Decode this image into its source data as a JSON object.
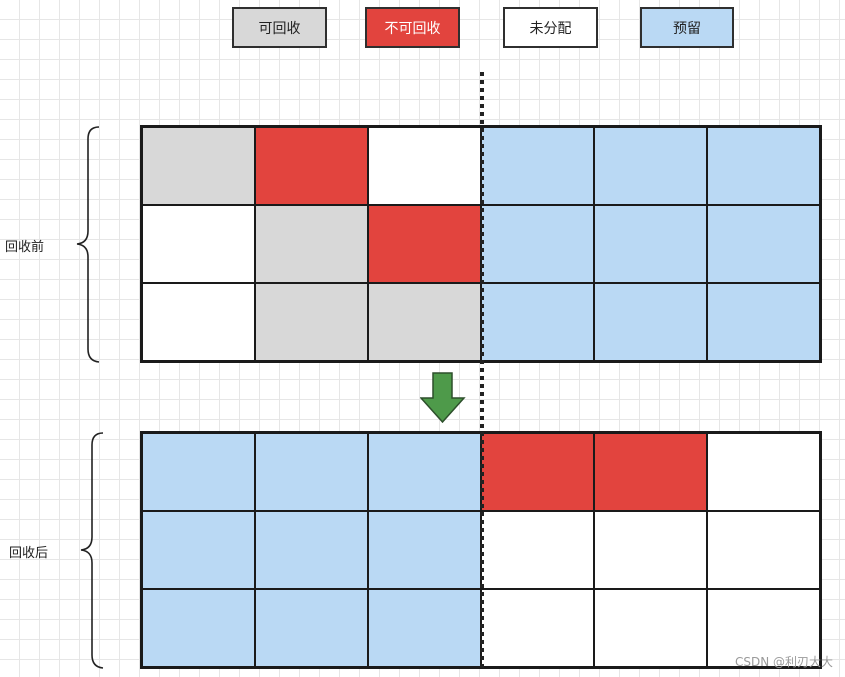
{
  "legend": [
    {
      "label": "可回收",
      "color": "#d8d8d8",
      "key": "reclaimable"
    },
    {
      "label": "不可回收",
      "color": "#e2443e",
      "key": "non-reclaimable"
    },
    {
      "label": "未分配",
      "color": "#ffffff",
      "key": "unallocated"
    },
    {
      "label": "预留",
      "color": "#bad9f4",
      "key": "reserved"
    }
  ],
  "before": {
    "label": "回收前",
    "cells": [
      [
        "reclaimable",
        "non-reclaimable",
        "unallocated",
        "reserved",
        "reserved",
        "reserved"
      ],
      [
        "unallocated",
        "reclaimable",
        "non-reclaimable",
        "reserved",
        "reserved",
        "reserved"
      ],
      [
        "unallocated",
        "reclaimable",
        "reclaimable",
        "reserved",
        "reserved",
        "reserved"
      ]
    ]
  },
  "after": {
    "label": "回收后",
    "cells": [
      [
        "reserved",
        "reserved",
        "reserved",
        "non-reclaimable",
        "non-reclaimable",
        "unallocated"
      ],
      [
        "reserved",
        "reserved",
        "reserved",
        "unallocated",
        "unallocated",
        "unallocated"
      ],
      [
        "reserved",
        "reserved",
        "reserved",
        "unallocated",
        "unallocated",
        "unallocated"
      ]
    ]
  },
  "arrow": {
    "color": "#4e9a4a",
    "icon": "down-arrow-icon"
  },
  "watermark": "CSDN @利刃大大"
}
